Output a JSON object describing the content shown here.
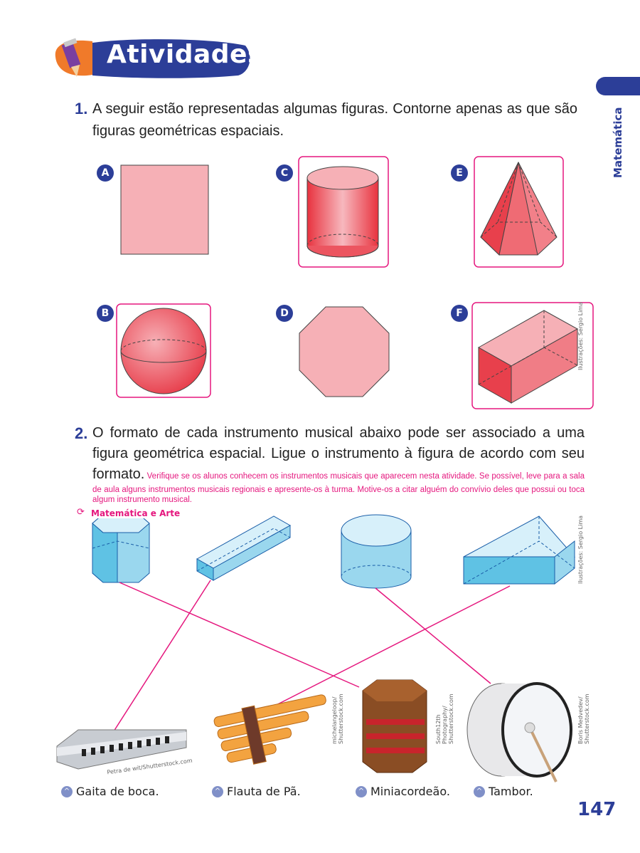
{
  "header": {
    "title": "Atividades",
    "side_tab": "Matemática"
  },
  "q1": {
    "number": "1.",
    "text": "A seguir estão representadas algumas figuras. Contorne apenas as que são figuras geométricas espaciais.",
    "figures": [
      {
        "letter": "A",
        "shape": "square",
        "circled": false
      },
      {
        "letter": "B",
        "shape": "sphere",
        "circled": true
      },
      {
        "letter": "C",
        "shape": "cylinder",
        "circled": true
      },
      {
        "letter": "D",
        "shape": "octagon",
        "circled": false
      },
      {
        "letter": "E",
        "shape": "hexagonal pyramid",
        "circled": true
      },
      {
        "letter": "F",
        "shape": "rectangular prism",
        "circled": true
      }
    ],
    "credit": "Ilustrações: Sergio Lima"
  },
  "q2": {
    "number": "2.",
    "text": "O formato de cada instrumento musical abaixo pode ser associado a uma figura geométrica espacial. Ligue o instrumento à figura de acordo com seu formato.",
    "teacher_note": "Verifique se os alunos conhecem os instrumentos musicais que aparecem nesta atividade. Se possível, leve para a sala de aula alguns instrumentos musicais regionais e apresente-os à turma. Motive-os a citar alguém do convívio deles que possui ou toca algum instrumento musical.",
    "theme": "Matemática e Arte",
    "credit": "Ilustrações: Sergio Lima",
    "instruments": [
      {
        "label": "Gaita de boca.",
        "credit": "Petra de wit/Shutterstock.com"
      },
      {
        "label": "Flauta de Pã.",
        "credit": "michelangeloop/ Shutterstock.com"
      },
      {
        "label": "Miniacordeão.",
        "credit": "South12th Photography/ Shutterstock.com"
      },
      {
        "label": "Tambor.",
        "credit": "Boris Medvedev/ Shutterstock.com"
      }
    ]
  },
  "page_number": "147",
  "colors": {
    "blue": "#2c3e98",
    "pink": "#e5177e",
    "shape_red": "#ef5b66",
    "shape_light": "#f6b0b6",
    "shape_blue": "#8fd3ec"
  }
}
